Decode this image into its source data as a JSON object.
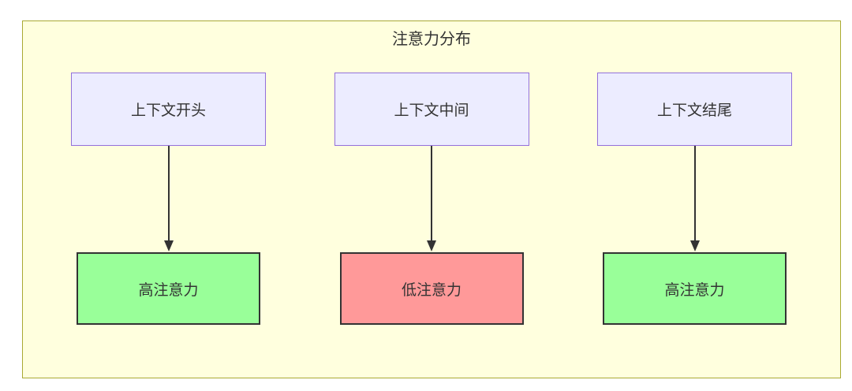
{
  "diagram": {
    "title": "注意力分布",
    "colors": {
      "canvas_bg": "#ffffff",
      "cluster_bg": "#ffffde",
      "cluster_border": "#aaaa33",
      "source_node_bg": "#ececff",
      "source_node_border": "#9370db",
      "high_attention_bg": "#99ff99",
      "low_attention_bg": "#ff9999",
      "result_node_border": "#333333",
      "arrow_color": "#333333",
      "text_color": "#333333"
    },
    "columns": [
      {
        "source": "上下文开头",
        "target": "高注意力",
        "level": "high"
      },
      {
        "source": "上下文中间",
        "target": "低注意力",
        "level": "low"
      },
      {
        "source": "上下文结尾",
        "target": "高注意力",
        "level": "high"
      }
    ]
  }
}
